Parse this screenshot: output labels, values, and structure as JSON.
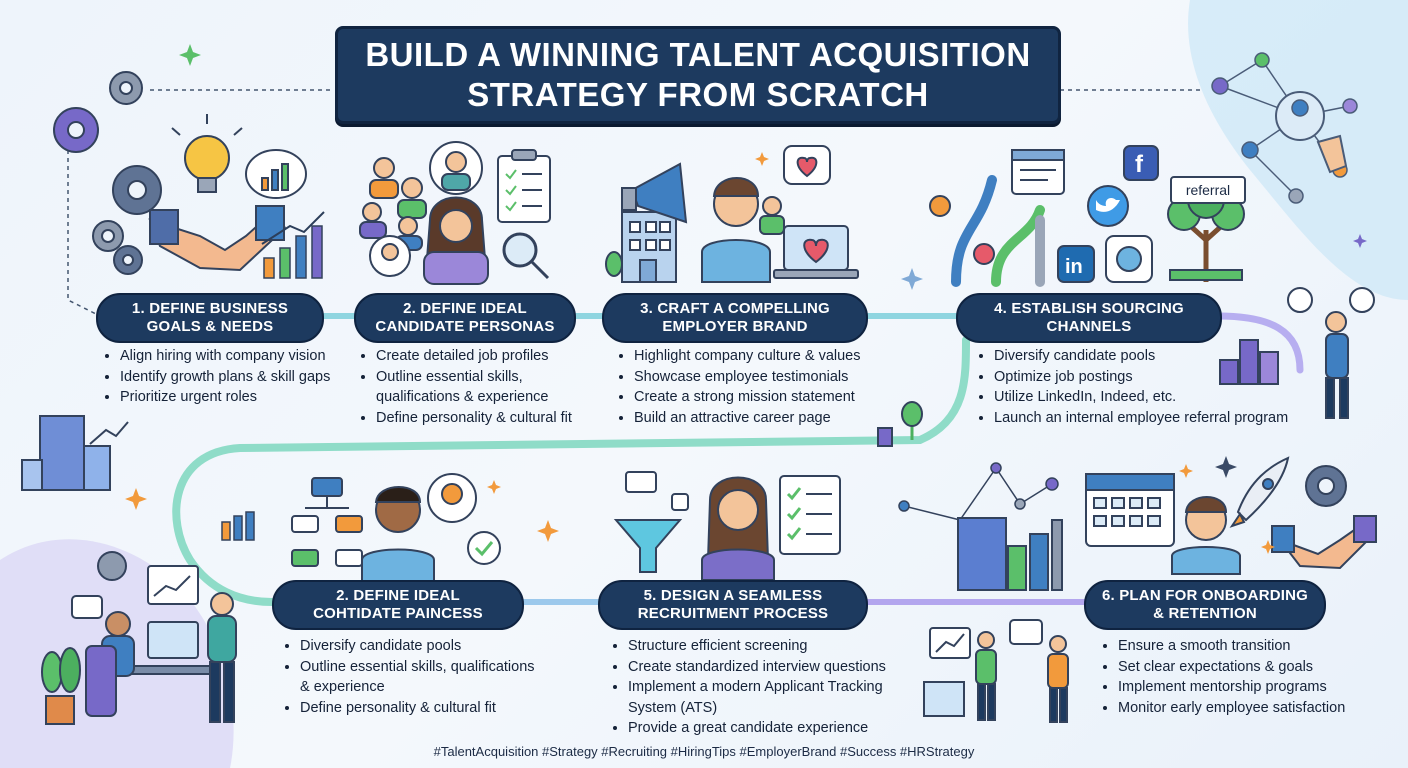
{
  "title": {
    "line1": "BUILD A WINNING TALENT ACQUISITION",
    "line2": "STRATEGY FROM SCRATCH"
  },
  "steps": [
    {
      "label1": "1. DEFINE BUSINESS",
      "label2": "GOALS & NEEDS",
      "bullets": [
        "Align hiring with company vision",
        "Identify growth plans & skill gaps",
        "Prioritize urgent roles"
      ]
    },
    {
      "label1": "2. DEFINE IDEAL",
      "label2": "CANDIDATE PERSONAS",
      "bullets": [
        "Create detailed job profiles",
        "Outline essential skills, qualifications & experience",
        "Define personality & cultural fit"
      ]
    },
    {
      "label1": "3. CRAFT A COMPELLING",
      "label2": "EMPLOYER BRAND",
      "bullets": [
        "Highlight company culture & values",
        "Showcase employee testimonials",
        "Create a strong mission statement",
        "Build an attractive career page"
      ]
    },
    {
      "label1": "4. ESTABLISH SOURCING",
      "label2": "CHANNELS",
      "bullets": [
        "Diversify candidate pools",
        "Optimize job postings",
        "Utilize LinkedIn, Indeed, etc.",
        "Launch an internal employee referral program"
      ]
    },
    {
      "label1": "2. DEFINE IDEAL",
      "label2": "COHTIDATE PAINCESS",
      "bullets": [
        "Diversify candidate pools",
        "Outline essential skills, qualifications & experience",
        "Define personality & cultural fit"
      ]
    },
    {
      "label1": "5. DESIGN A SEAMLESS",
      "label2": "RECRUITMENT PROCESS",
      "bullets": [
        "Structure efficient screening",
        "Create standardized interview questions",
        "Implement a modern Applicant Tracking System (ATS)",
        "Provide a great candidate experience"
      ]
    },
    {
      "label1": "6. PLAN FOR ONBOARDING",
      "label2": "& RETENTION",
      "bullets": [
        "Ensure a smooth transition",
        "Set clear expectations & goals",
        "Implement mentorship programs",
        "Monitor early employee satisfaction"
      ]
    }
  ],
  "referral_sign": "referral",
  "social_icons": [
    "facebook-icon",
    "twitter-icon",
    "linkedin-icon"
  ],
  "hashtags": "#TalentAcquisition #Strategy #Recruiting #HiringTips #EmployerBrand #Success #HRStrategy",
  "colors": {
    "navy": "#1d3a5f",
    "path_teal": "#7fd6d6",
    "path_purple": "#a99be6",
    "accent_orange": "#f29a3c",
    "accent_green": "#5bbf6a"
  }
}
